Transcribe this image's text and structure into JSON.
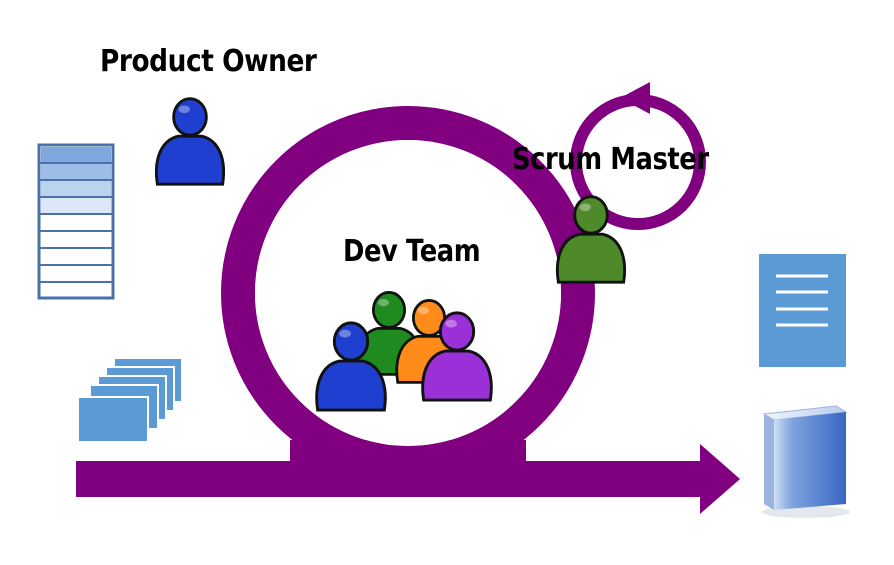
{
  "diagram": {
    "labels": {
      "product_owner": "Product Owner",
      "scrum_master": "Scrum Master",
      "dev_team": "Dev Team"
    },
    "colors": {
      "flow": "#800080",
      "product_owner_person": "#1e3fd0",
      "scrum_master_person": "#4e8a2a",
      "dev_blue": "#1e3fd0",
      "dev_green": "#1f8a1f",
      "dev_orange": "#ff8c1a",
      "dev_purple": "#9b30d9",
      "artifact_blue": "#5b9bd5"
    },
    "icons": [
      "product-backlog-icon",
      "sprint-backlog-stack-icon",
      "document-icon",
      "product-box-icon",
      "person-icon"
    ]
  }
}
